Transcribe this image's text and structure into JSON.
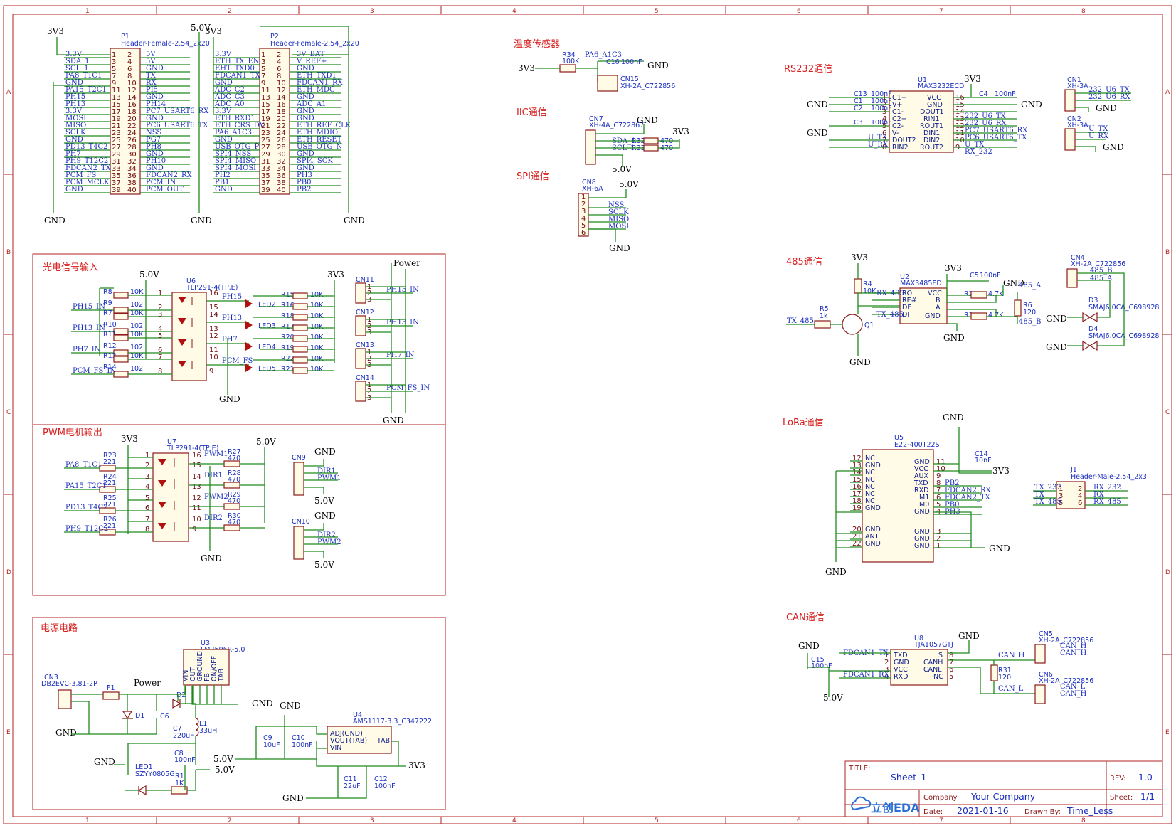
{
  "sections": {
    "temp": "温度传感器",
    "iic": "IIC通信",
    "spi": "SPI通信",
    "rs232": "RS232通信",
    "rs485": "485通信",
    "lora": "LoRa通信",
    "can": "CAN通信",
    "opto": "光电信号输入",
    "pwm": "PWM电机输出",
    "power": "电源电路"
  },
  "power_labels": {
    "v33": "3V3",
    "v50": "5.0V",
    "gnd": "GND",
    "power": "Power"
  },
  "headers": {
    "p1": {
      "ref": "P1",
      "value": "Header-Female-2.54_2x20",
      "left_nets": [
        "3.3V",
        "SDA_1",
        "SCL_1",
        "PA8_T1C1",
        "GND",
        "PA15_T2C1",
        "PH15",
        "PH13",
        "3.3V",
        "MOSI",
        "MISO",
        "SCLK",
        "GND",
        "PD13_T4C2",
        "PH7",
        "PH9_T12C2",
        "FDCAN2_TX",
        "PCM_FS",
        "PCM_MCLK",
        "GND"
      ],
      "right_nets": [
        "5V",
        "5V",
        "GND",
        "TX",
        "RX",
        "PI5",
        "GND",
        "PH14",
        "PC7_USART6_RX",
        "GND",
        "PC6_USART6_TX",
        "NSS",
        "PG7",
        "PH8",
        "GND",
        "PH10",
        "GND",
        "FDCAN2_RX",
        "PCM_IN",
        "PCM_OUT"
      ]
    },
    "p2": {
      "ref": "P2",
      "value": "Header-Female-2.54_2x20",
      "left_nets": [
        "3.3V",
        "ETH_TX_EN",
        "EHT_TXD0",
        "FDCAN1_TX",
        "GND",
        "ADC_C2",
        "ADC_C3",
        "ADC_A0",
        "3.3V",
        "ETH_RXD1",
        "ETH_CRS_DV",
        "PA6_A1C3",
        "GND",
        "USB_OTG_P",
        "SPI4_NSS",
        "SPI4_MISO",
        "SPI4_MOSI",
        "PH2",
        "PB1",
        "GND"
      ],
      "right_nets": [
        "3V_BAT",
        "V_REF+",
        "GND",
        "ETH_TXD1",
        "FDCAN1_RX",
        "ETH_MDC",
        "GND",
        "ADC_A1",
        "GND",
        "GND",
        "ETH_REF_CLK",
        "ETH_MDIO",
        "ETH_RESET",
        "USB_OTG_N",
        "GND",
        "SPI4_SCK",
        "GND",
        "PH3",
        "PB0",
        "PB2"
      ]
    }
  },
  "opto": {
    "u6": "U6",
    "u6_val": "TLP291-4(TP,E)",
    "inputs": [
      "PH15_IN",
      "PH13_IN",
      "PH7_IN",
      "PCM_FS_IN"
    ],
    "r_left": [
      [
        "R8",
        "10K"
      ],
      [
        "R9",
        "102"
      ],
      [
        "R7",
        "10K"
      ],
      [
        "R10",
        "102"
      ],
      [
        "R11",
        "10K"
      ],
      [
        "R12",
        "102"
      ],
      [
        "R13",
        "10K"
      ],
      [
        "R14",
        "102"
      ]
    ],
    "leds": [
      "LED2",
      "LED3",
      "LED4",
      "LED5"
    ],
    "r_right": [
      [
        "R15",
        "10K"
      ],
      [
        "R16",
        "10K"
      ],
      [
        "R18",
        "10K"
      ],
      [
        "R17",
        "10K"
      ],
      [
        "R20",
        "10K"
      ],
      [
        "R19",
        "10K"
      ],
      [
        "R22",
        "10K"
      ],
      [
        "R21",
        "10K"
      ]
    ],
    "outs": [
      "PH15",
      "PH13",
      "PH7",
      "PCM_FS"
    ],
    "cn": [
      "CN11",
      "CN12",
      "CN13",
      "CN14"
    ]
  },
  "pwm": {
    "u7": "U7",
    "u7_val": "TLP291-4(TP,E)",
    "inputs": [
      "PA8_T1C1",
      "PA15_T2C1",
      "PD13_T4C2",
      "PH9_T12C2"
    ],
    "r_in": [
      [
        "R23",
        "221"
      ],
      [
        "R24",
        "221"
      ],
      [
        "R25",
        "221"
      ],
      [
        "R26",
        "221"
      ]
    ],
    "r_out": [
      [
        "R27",
        "470"
      ],
      [
        "R28",
        "470"
      ],
      [
        "R29",
        "470"
      ],
      [
        "R30",
        "470"
      ]
    ],
    "outs": [
      "PWM1",
      "DIR1",
      "PWM2",
      "DIR2"
    ],
    "cn9": "CN9",
    "cn10": "CN10",
    "cn9_nets": [
      "DIR1",
      "PWM1"
    ],
    "cn10_nets": [
      "DIR2",
      "PWM2"
    ]
  },
  "temp": {
    "r": "R34",
    "rv": "100K",
    "c": "C16",
    "cv": "100nF",
    "net": "PA6_A1C3",
    "cn": "CN15",
    "cnv": "XH-2A_C722856"
  },
  "iic": {
    "cn": "CN7",
    "cnv": "XH-4A_C722867",
    "nets": [
      "SDA_1",
      "SCL_1"
    ],
    "r": [
      "R32",
      "R33"
    ],
    "rv": "470"
  },
  "spi": {
    "cn": "CN8",
    "cnv": "XH-6A",
    "nets": [
      "NSS",
      "SCLK",
      "MISO",
      "MOSI"
    ]
  },
  "rs232": {
    "u": "U1",
    "uv": "MAX3232ECD",
    "lpins": [
      "C1+",
      "V+",
      "C1-",
      "C2+",
      "C2-",
      "V-",
      "DOUT2",
      "RIN2"
    ],
    "rpins": [
      "VCC",
      "GND",
      "DOUT1",
      "RIN1",
      "ROUT1",
      "DIN1",
      "DIN2",
      "ROUT2"
    ],
    "rnets": [
      "232_U6_TX",
      "232_U6_RX",
      "PC7_USART6_RX",
      "PC6_USART6_TX",
      "U_TX",
      "RX_232"
    ],
    "lnets": [
      "U_TX",
      "U_RX"
    ],
    "caps": [
      "C13",
      "C1",
      "C2",
      "C3",
      "C4"
    ],
    "cv": "100nF",
    "cn1": "CN1",
    "cn2": "CN2",
    "cnv": "XH-3A",
    "cn1_nets": [
      "232_U6_TX",
      "232_U6_RX"
    ],
    "cn2_nets": [
      "U_TX",
      "U_RX"
    ]
  },
  "rs485": {
    "u": "U2",
    "uv": "MAX3485ED",
    "pins": [
      "RO",
      "RE#",
      "DE",
      "DI",
      "VCC",
      "B",
      "A",
      "GND"
    ],
    "r4": "R4",
    "r4v": "10K",
    "r5": "R5",
    "r5v": "1k",
    "q": "Q1",
    "c5": "C5",
    "c5v": "100nF",
    "r2": "R2",
    "r3": "R3",
    "rv": "4.7K",
    "r6": "R6",
    "r6v": "120",
    "nets": [
      "RX_485",
      "TX_485",
      "485_A",
      "485_B"
    ],
    "cn4": "CN4",
    "cn4v": "XH-2A_C722856",
    "d3": "D3",
    "d4": "D4",
    "dv": "SMAJ6.0CA_C698928"
  },
  "lora": {
    "u": "U5",
    "uv": "E22-400T22S",
    "lpins": [
      [
        "12",
        "NC"
      ],
      [
        "13",
        "GND"
      ],
      [
        "14",
        "NC"
      ],
      [
        "15",
        "NC"
      ],
      [
        "16",
        "NC"
      ],
      [
        "17",
        "NC"
      ],
      [
        "18",
        "NC"
      ],
      [
        "19",
        "GND"
      ],
      [
        "20",
        "GND"
      ],
      [
        "21",
        "ANT"
      ],
      [
        "22",
        "GND"
      ]
    ],
    "rpins": [
      [
        "11",
        "GND"
      ],
      [
        "10",
        "VCC"
      ],
      [
        "9",
        "AUX"
      ],
      [
        "8",
        "TXD"
      ],
      [
        "7",
        "RXD"
      ],
      [
        "6",
        "M1"
      ],
      [
        "5",
        "M0"
      ],
      [
        "4",
        "GND"
      ],
      [
        "3",
        "GND"
      ],
      [
        "2",
        "GND"
      ],
      [
        "1",
        "GND"
      ]
    ],
    "nets": [
      "PB2",
      "FDCAN2_RX",
      "FDCAN2_TX",
      "PB0",
      "PH3"
    ],
    "c": "C14",
    "cv": "10nF",
    "j": "J1",
    "jv": "Header-Male-2.54_2x3",
    "jnets_l": [
      "TX_232",
      "TX",
      "TX_485"
    ],
    "jnets_r": [
      "RX_232",
      "RX",
      "RX_485"
    ]
  },
  "can": {
    "u": "U8",
    "uv": "TJA1057GTJ",
    "lpins": [
      "TXD",
      "GND",
      "VCC",
      "RXD"
    ],
    "rpins": [
      "S",
      "CANH",
      "CANL",
      "NC"
    ],
    "nets": [
      "FDCAN1_TX",
      "FDCAN1_RX",
      "CAN_H",
      "CAN_L"
    ],
    "c": "C15",
    "cv": "100nF",
    "r": "R31",
    "rv": "120",
    "cn5": "CN5",
    "cn6": "CN6",
    "cnv": "XH-2A_C722856"
  },
  "psu": {
    "cn3": "CN3",
    "cn3v": "DB2EVC-3.81-2P",
    "f1": "F1",
    "d1": "D1",
    "d2": "D2",
    "c6": "C6",
    "u3": "U3",
    "u3v": "LM2596R-5.0",
    "u3pins": [
      "VIN",
      "OUT",
      "GROUND",
      "FB",
      "ON/OFF",
      "TAB"
    ],
    "l1": "L1",
    "l1v": "33uH",
    "c7": "C7",
    "c7v": "220uF",
    "c8": "C8",
    "c8v": "100nF",
    "led1": "LED1",
    "led1v": "SZYY0805G",
    "r1": "R1",
    "r1v": "1K",
    "c9": "C9",
    "c9v": "10uF",
    "c10": "C10",
    "c10v": "100nF",
    "u4": "U4",
    "u4v": "AMS1117-3.3_C347222",
    "u4pins": [
      "ADJ(GND)",
      "VOUT(TAB)",
      "VIN",
      "TAB"
    ],
    "c11": "C11",
    "c11v": "22uF",
    "c12": "C12",
    "c12v": "100nF"
  },
  "title_block": {
    "title_lbl": "TITLE:",
    "title": "Sheet_1",
    "rev_lbl": "REV:",
    "rev": "1.0",
    "company_lbl": "Company:",
    "company": "Your Company",
    "sheet_lbl": "Sheet:",
    "sheet": "1/1",
    "date_lbl": "Date:",
    "date": "2021-01-16",
    "drawn_lbl": "Drawn By:",
    "drawn": "Time_Less",
    "logo": "立创EDA"
  },
  "rulers": {
    "cols": [
      "1",
      "2",
      "3",
      "4",
      "5",
      "6",
      "7",
      "8"
    ],
    "rows": [
      "A",
      "B",
      "C",
      "D",
      "E"
    ]
  }
}
